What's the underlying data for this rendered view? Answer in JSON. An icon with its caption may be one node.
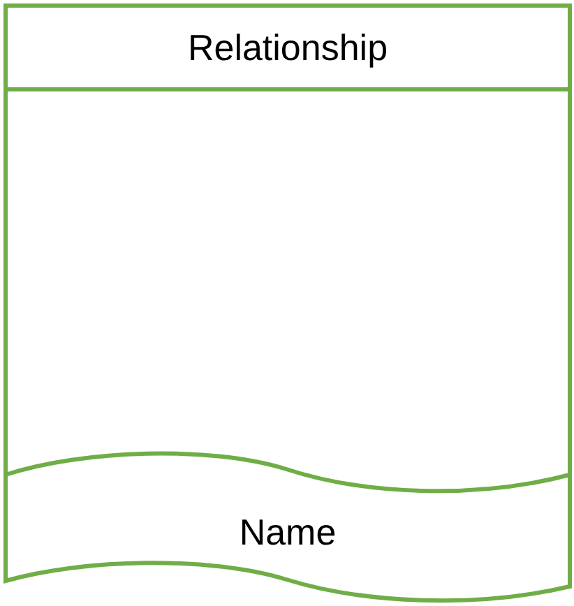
{
  "diagram": {
    "nodes": [
      {
        "text": [
          "Relationship"
        ]
      },
      {
        "text": [
          "Name"
        ],
        "in": 0
      }
    ]
  }
}
